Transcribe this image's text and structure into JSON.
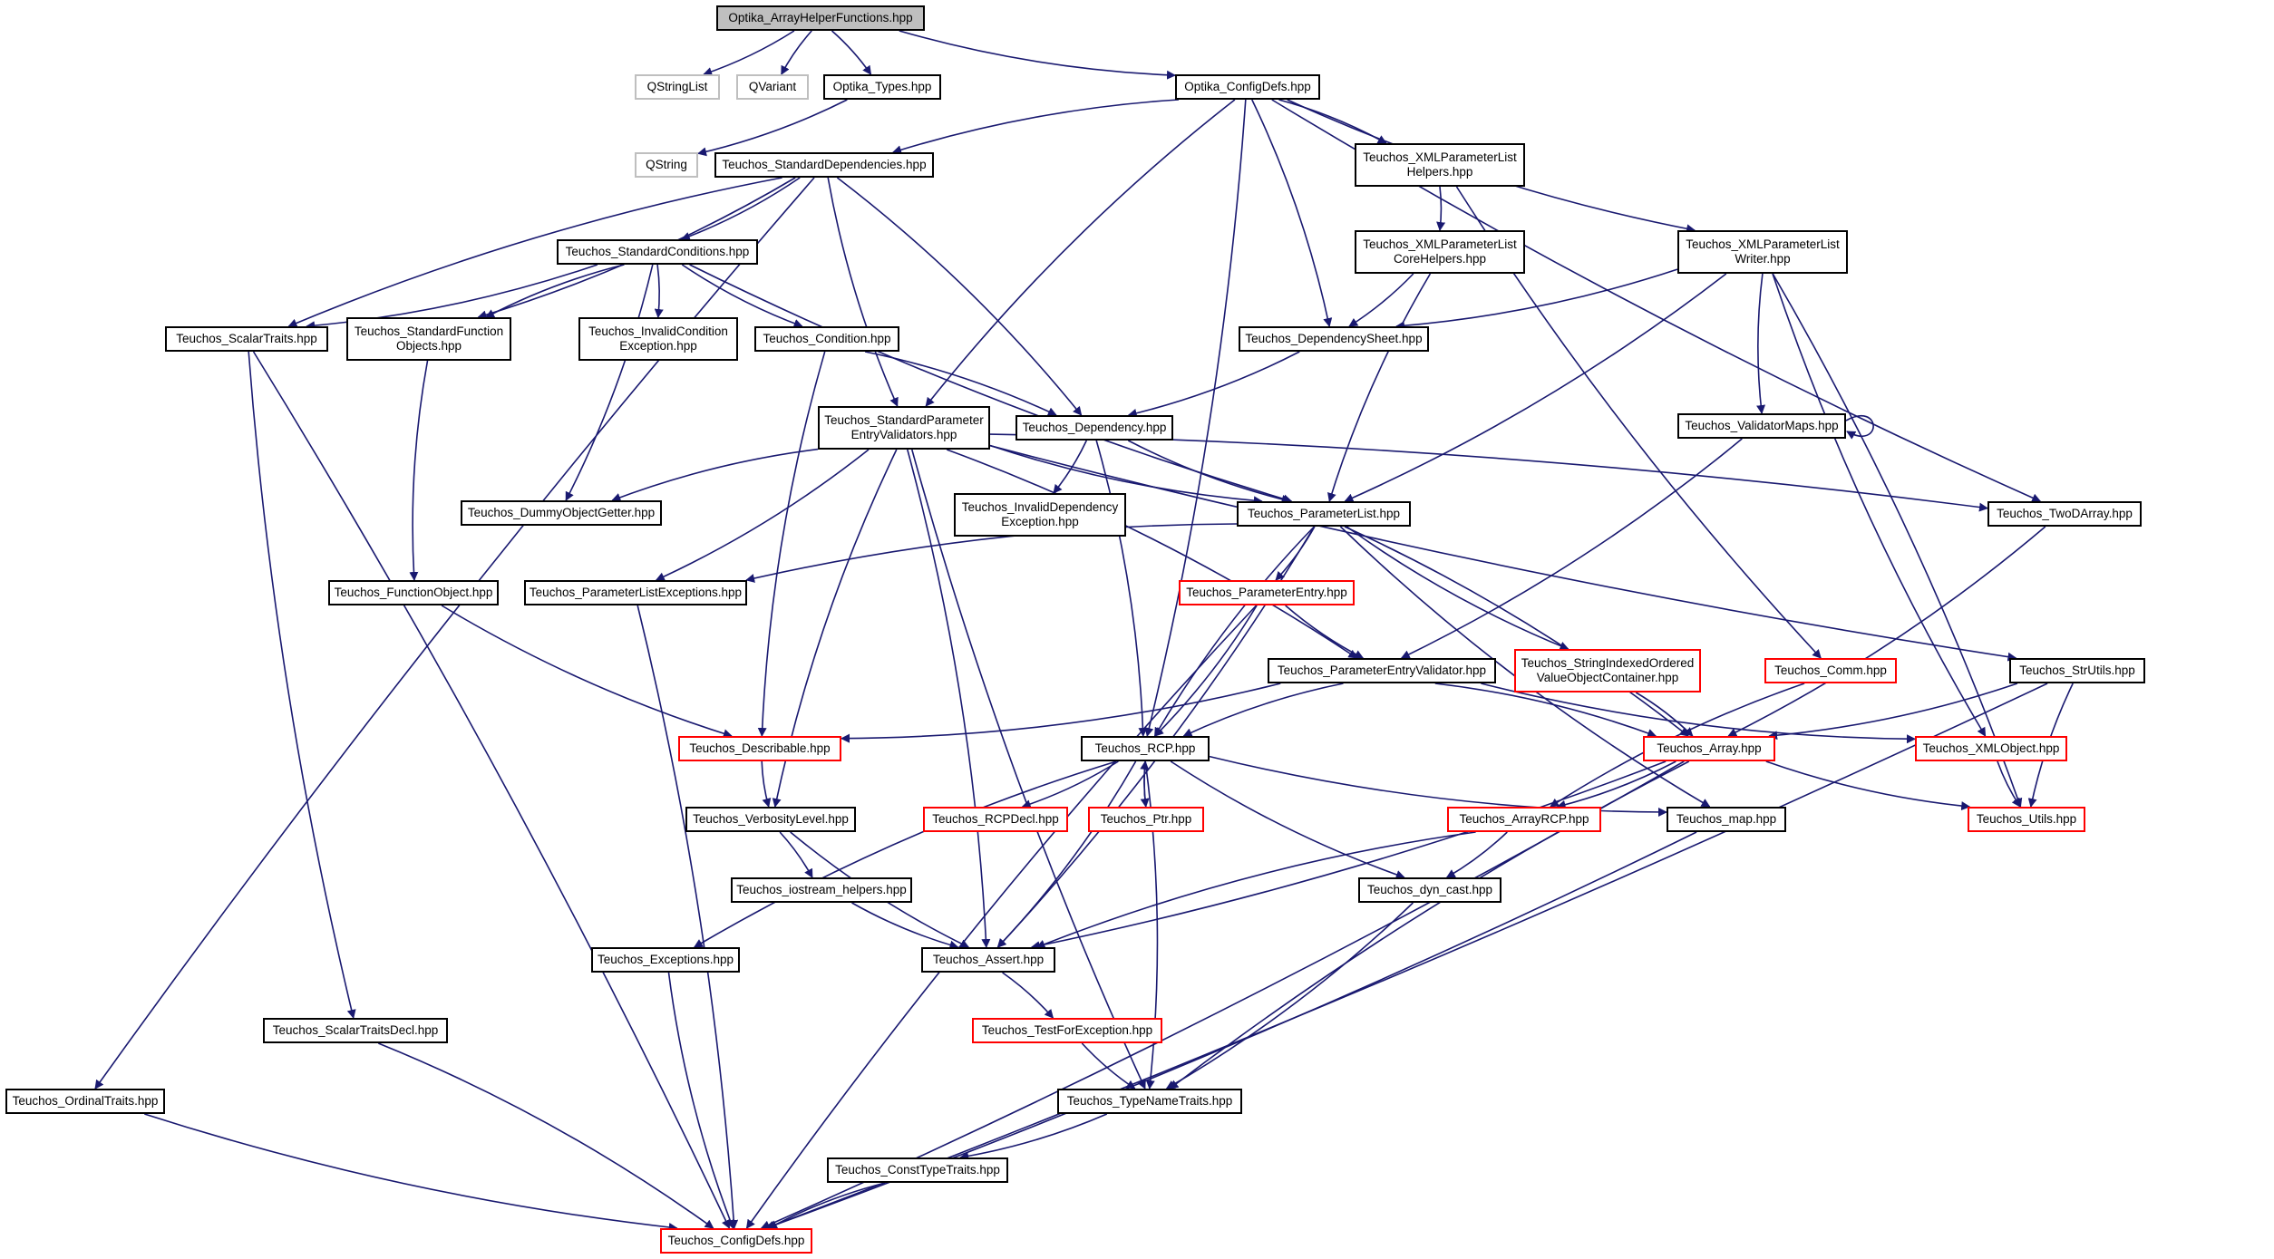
{
  "colors": {
    "edge": "#191970",
    "border_default": "#000000",
    "border_external": "#bfbfbf",
    "border_truncated": "#ff0000",
    "root_fill": "#bfbfbf"
  },
  "nodes": {
    "n_root": {
      "line1": "Optika_ArrayHelperFunctions.hpp",
      "kind": "root"
    },
    "n_qstringlist": {
      "line1": "QStringList",
      "kind": "ext"
    },
    "n_qvariant": {
      "line1": "QVariant",
      "kind": "ext"
    },
    "n_optika_types": {
      "line1": "Optika_Types.hpp",
      "kind": "normal"
    },
    "n_optika_configdefs": {
      "line1": "Optika_ConfigDefs.hpp",
      "kind": "normal"
    },
    "n_qstring": {
      "line1": "QString",
      "kind": "ext"
    },
    "n_std_dependencies": {
      "line1": "Teuchos_StandardDependencies.hpp",
      "kind": "normal"
    },
    "n_xml_pl_helpers": {
      "line1": "Teuchos_XMLParameterList",
      "line2": "Helpers.hpp",
      "kind": "normal"
    },
    "n_std_conditions": {
      "line1": "Teuchos_StandardConditions.hpp",
      "kind": "normal"
    },
    "n_xml_pl_core": {
      "line1": "Teuchos_XMLParameterList",
      "line2": "CoreHelpers.hpp",
      "kind": "normal"
    },
    "n_xml_pl_writer": {
      "line1": "Teuchos_XMLParameterList",
      "line2": "Writer.hpp",
      "kind": "normal"
    },
    "n_scalar_traits": {
      "line1": "Teuchos_ScalarTraits.hpp",
      "kind": "normal"
    },
    "n_std_function_objects": {
      "line1": "Teuchos_StandardFunction",
      "line2": "Objects.hpp",
      "kind": "normal"
    },
    "n_invalid_condition": {
      "line1": "Teuchos_InvalidCondition",
      "line2": "Exception.hpp",
      "kind": "normal"
    },
    "n_condition": {
      "line1": "Teuchos_Condition.hpp",
      "kind": "normal"
    },
    "n_dependency_sheet": {
      "line1": "Teuchos_DependencySheet.hpp",
      "kind": "normal"
    },
    "n_std_param_entry_validators": {
      "line1": "Teuchos_StandardParameter",
      "line2": "EntryValidators.hpp",
      "kind": "normal"
    },
    "n_dependency": {
      "line1": "Teuchos_Dependency.hpp",
      "kind": "normal"
    },
    "n_validator_maps": {
      "line1": "Teuchos_ValidatorMaps.hpp",
      "kind": "normal"
    },
    "n_dummy_object_getter": {
      "line1": "Teuchos_DummyObjectGetter.hpp",
      "kind": "normal"
    },
    "n_invalid_dependency": {
      "line1": "Teuchos_InvalidDependency",
      "line2": "Exception.hpp",
      "kind": "normal"
    },
    "n_parameter_list": {
      "line1": "Teuchos_ParameterList.hpp",
      "kind": "normal"
    },
    "n_two_d_array": {
      "line1": "Teuchos_TwoDArray.hpp",
      "kind": "normal"
    },
    "n_function_object": {
      "line1": "Teuchos_FunctionObject.hpp",
      "kind": "normal"
    },
    "n_pl_exceptions": {
      "line1": "Teuchos_ParameterListExceptions.hpp",
      "kind": "normal"
    },
    "n_parameter_entry": {
      "line1": "Teuchos_ParameterEntry.hpp",
      "kind": "trunc"
    },
    "n_param_entry_validator": {
      "line1": "Teuchos_ParameterEntryValidator.hpp",
      "kind": "normal"
    },
    "n_string_indexed": {
      "line1": "Teuchos_StringIndexedOrdered",
      "line2": "ValueObjectContainer.hpp",
      "kind": "trunc"
    },
    "n_comm": {
      "line1": "Teuchos_Comm.hpp",
      "kind": "trunc"
    },
    "n_str_utils": {
      "line1": "Teuchos_StrUtils.hpp",
      "kind": "normal"
    },
    "n_describable": {
      "line1": "Teuchos_Describable.hpp",
      "kind": "trunc"
    },
    "n_rcp": {
      "line1": "Teuchos_RCP.hpp",
      "kind": "normal"
    },
    "n_array": {
      "line1": "Teuchos_Array.hpp",
      "kind": "trunc"
    },
    "n_xml_object": {
      "line1": "Teuchos_XMLObject.hpp",
      "kind": "trunc"
    },
    "n_verbosity_level": {
      "line1": "Teuchos_VerbosityLevel.hpp",
      "kind": "normal"
    },
    "n_rcp_decl": {
      "line1": "Teuchos_RCPDecl.hpp",
      "kind": "trunc"
    },
    "n_ptr": {
      "line1": "Teuchos_Ptr.hpp",
      "kind": "trunc"
    },
    "n_array_rcp": {
      "line1": "Teuchos_ArrayRCP.hpp",
      "kind": "trunc"
    },
    "n_map": {
      "line1": "Teuchos_map.hpp",
      "kind": "normal"
    },
    "n_utils": {
      "line1": "Teuchos_Utils.hpp",
      "kind": "trunc"
    },
    "n_iostream_helpers": {
      "line1": "Teuchos_iostream_helpers.hpp",
      "kind": "normal"
    },
    "n_dyn_cast": {
      "line1": "Teuchos_dyn_cast.hpp",
      "kind": "normal"
    },
    "n_exceptions": {
      "line1": "Teuchos_Exceptions.hpp",
      "kind": "normal"
    },
    "n_assert": {
      "line1": "Teuchos_Assert.hpp",
      "kind": "normal"
    },
    "n_test_for_exception": {
      "line1": "Teuchos_TestForException.hpp",
      "kind": "trunc"
    },
    "n_scalar_traits_decl": {
      "line1": "Teuchos_ScalarTraitsDecl.hpp",
      "kind": "normal"
    },
    "n_ordinal_traits": {
      "line1": "Teuchos_OrdinalTraits.hpp",
      "kind": "normal"
    },
    "n_type_name_traits": {
      "line1": "Teuchos_TypeNameTraits.hpp",
      "kind": "normal"
    },
    "n_const_type_traits": {
      "line1": "Teuchos_ConstTypeTraits.hpp",
      "kind": "normal"
    },
    "n_teuchos_configdefs": {
      "line1": "Teuchos_ConfigDefs.hpp",
      "kind": "trunc"
    }
  },
  "edges": [
    [
      "n_root",
      "n_qstringlist"
    ],
    [
      "n_root",
      "n_qvariant"
    ],
    [
      "n_root",
      "n_optika_types"
    ],
    [
      "n_root",
      "n_optika_configdefs"
    ],
    [
      "n_optika_types",
      "n_qstring"
    ],
    [
      "n_optika_configdefs",
      "n_std_dependencies"
    ],
    [
      "n_optika_configdefs",
      "n_xml_pl_helpers"
    ],
    [
      "n_optika_configdefs",
      "n_xml_pl_writer"
    ],
    [
      "n_optika_configdefs",
      "n_dependency_sheet"
    ],
    [
      "n_optika_configdefs",
      "n_std_param_entry_validators"
    ],
    [
      "n_optika_configdefs",
      "n_rcp"
    ],
    [
      "n_optika_configdefs",
      "n_two_d_array"
    ],
    [
      "n_std_dependencies",
      "n_std_conditions"
    ],
    [
      "n_std_dependencies",
      "n_scalar_traits"
    ],
    [
      "n_std_dependencies",
      "n_std_function_objects"
    ],
    [
      "n_std_dependencies",
      "n_std_param_entry_validators"
    ],
    [
      "n_std_dependencies",
      "n_dependency"
    ],
    [
      "n_std_dependencies",
      "n_ordinal_traits"
    ],
    [
      "n_xml_pl_helpers",
      "n_xml_pl_core"
    ],
    [
      "n_xml_pl_helpers",
      "n_comm"
    ],
    [
      "n_std_conditions",
      "n_scalar_traits"
    ],
    [
      "n_std_conditions",
      "n_std_function_objects"
    ],
    [
      "n_std_conditions",
      "n_invalid_condition"
    ],
    [
      "n_std_conditions",
      "n_condition"
    ],
    [
      "n_std_conditions",
      "n_dummy_object_getter"
    ],
    [
      "n_std_conditions",
      "n_parameter_list"
    ],
    [
      "n_xml_pl_core",
      "n_dependency_sheet"
    ],
    [
      "n_xml_pl_core",
      "n_parameter_list"
    ],
    [
      "n_xml_pl_writer",
      "n_dependency_sheet"
    ],
    [
      "n_xml_pl_writer",
      "n_validator_maps"
    ],
    [
      "n_xml_pl_writer",
      "n_parameter_list"
    ],
    [
      "n_xml_pl_writer",
      "n_xml_object"
    ],
    [
      "n_xml_pl_writer",
      "n_utils"
    ],
    [
      "n_scalar_traits",
      "n_scalar_traits_decl"
    ],
    [
      "n_scalar_traits",
      "n_teuchos_configdefs"
    ],
    [
      "n_std_function_objects",
      "n_function_object"
    ],
    [
      "n_condition",
      "n_dependency"
    ],
    [
      "n_condition",
      "n_describable"
    ],
    [
      "n_dependency_sheet",
      "n_dependency"
    ],
    [
      "n_std_param_entry_validators",
      "n_dummy_object_getter"
    ],
    [
      "n_std_param_entry_validators",
      "n_pl_exceptions"
    ],
    [
      "n_std_param_entry_validators",
      "n_parameter_list"
    ],
    [
      "n_std_param_entry_validators",
      "n_two_d_array"
    ],
    [
      "n_std_param_entry_validators",
      "n_str_utils"
    ],
    [
      "n_std_param_entry_validators",
      "n_param_entry_validator"
    ],
    [
      "n_std_param_entry_validators",
      "n_verbosity_level"
    ],
    [
      "n_std_param_entry_validators",
      "n_assert"
    ],
    [
      "n_std_param_entry_validators",
      "n_type_name_traits"
    ],
    [
      "n_dependency",
      "n_invalid_dependency"
    ],
    [
      "n_dependency",
      "n_parameter_list"
    ],
    [
      "n_dependency",
      "n_rcp"
    ],
    [
      "n_validator_maps",
      "n_validator_maps"
    ],
    [
      "n_validator_maps",
      "n_param_entry_validator"
    ],
    [
      "n_parameter_list",
      "n_pl_exceptions"
    ],
    [
      "n_parameter_list",
      "n_parameter_entry"
    ],
    [
      "n_parameter_list",
      "n_string_indexed"
    ],
    [
      "n_parameter_list",
      "n_array"
    ],
    [
      "n_parameter_list",
      "n_rcp"
    ],
    [
      "n_parameter_list",
      "n_assert"
    ],
    [
      "n_parameter_list",
      "n_map"
    ],
    [
      "n_two_d_array",
      "n_array"
    ],
    [
      "n_function_object",
      "n_describable"
    ],
    [
      "n_pl_exceptions",
      "n_teuchos_configdefs"
    ],
    [
      "n_parameter_entry",
      "n_param_entry_validator"
    ],
    [
      "n_parameter_entry",
      "n_rcp"
    ],
    [
      "n_parameter_entry",
      "n_teuchos_configdefs"
    ],
    [
      "n_param_entry_validator",
      "n_describable"
    ],
    [
      "n_param_entry_validator",
      "n_rcp"
    ],
    [
      "n_param_entry_validator",
      "n_array"
    ],
    [
      "n_param_entry_validator",
      "n_xml_object"
    ],
    [
      "n_string_indexed",
      "n_array"
    ],
    [
      "n_comm",
      "n_array_rcp"
    ],
    [
      "n_str_utils",
      "n_array"
    ],
    [
      "n_str_utils",
      "n_utils"
    ],
    [
      "n_str_utils",
      "n_teuchos_configdefs"
    ],
    [
      "n_describable",
      "n_verbosity_level"
    ],
    [
      "n_rcp",
      "n_rcp_decl"
    ],
    [
      "n_rcp",
      "n_ptr"
    ],
    [
      "n_ptr",
      "n_rcp"
    ],
    [
      "n_rcp",
      "n_exceptions"
    ],
    [
      "n_rcp",
      "n_assert"
    ],
    [
      "n_rcp",
      "n_dyn_cast"
    ],
    [
      "n_rcp",
      "n_type_name_traits"
    ],
    [
      "n_rcp",
      "n_map"
    ],
    [
      "n_array",
      "n_array_rcp"
    ],
    [
      "n_array",
      "n_utils"
    ],
    [
      "n_array",
      "n_assert"
    ],
    [
      "n_array",
      "n_type_name_traits"
    ],
    [
      "n_array",
      "n_teuchos_configdefs"
    ],
    [
      "n_xml_object",
      "n_utils"
    ],
    [
      "n_verbosity_level",
      "n_iostream_helpers"
    ],
    [
      "n_verbosity_level",
      "n_assert"
    ],
    [
      "n_array_rcp",
      "n_dyn_cast"
    ],
    [
      "n_array_rcp",
      "n_assert"
    ],
    [
      "n_map",
      "n_teuchos_configdefs"
    ],
    [
      "n_iostream_helpers",
      "n_assert"
    ],
    [
      "n_dyn_cast",
      "n_type_name_traits"
    ],
    [
      "n_exceptions",
      "n_teuchos_configdefs"
    ],
    [
      "n_assert",
      "n_test_for_exception"
    ],
    [
      "n_test_for_exception",
      "n_type_name_traits"
    ],
    [
      "n_scalar_traits_decl",
      "n_teuchos_configdefs"
    ],
    [
      "n_ordinal_traits",
      "n_teuchos_configdefs"
    ],
    [
      "n_type_name_traits",
      "n_const_type_traits"
    ],
    [
      "n_const_type_traits",
      "n_teuchos_configdefs"
    ]
  ]
}
